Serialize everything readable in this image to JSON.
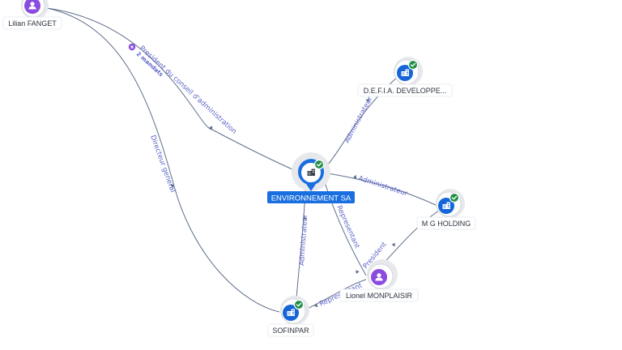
{
  "nodes": {
    "lilian": {
      "label": "Lilian FANGET",
      "kind": "person"
    },
    "defia": {
      "label": "D.E.F.I.A. DEVELOPPE...",
      "kind": "company"
    },
    "environnement": {
      "label": "ENVIRONNEMENT SA",
      "kind": "company-main"
    },
    "mgholding": {
      "label": "M G HOLDING",
      "kind": "company"
    },
    "lionel": {
      "label": "Lionel MONPLAISIR",
      "kind": "person"
    },
    "sofinpar": {
      "label": "SOFINPAR",
      "kind": "company"
    }
  },
  "edges": {
    "president_conseil": {
      "label": "President du conseil d'administration",
      "sublabel": "2 mandats"
    },
    "directeur_general": {
      "label": "Directeur general"
    },
    "admin_defia": {
      "label": "Administrateur"
    },
    "admin_mg": {
      "label": "Administrateur"
    },
    "admin_sofinpar": {
      "label": "Administrateur"
    },
    "representant_env": {
      "label": "Representant"
    },
    "president_mg": {
      "label": "President"
    },
    "representant_sofinpar": {
      "label": "Representant"
    }
  },
  "colors": {
    "company": "#1565d8",
    "person": "#8a4be0",
    "verified": "#1e8e45",
    "edge_label": "#5b63c9",
    "main_label_bg": "#1a6fe0"
  },
  "icons": {
    "company": "building-icon",
    "person": "person-icon",
    "verified": "check-badge-icon"
  }
}
